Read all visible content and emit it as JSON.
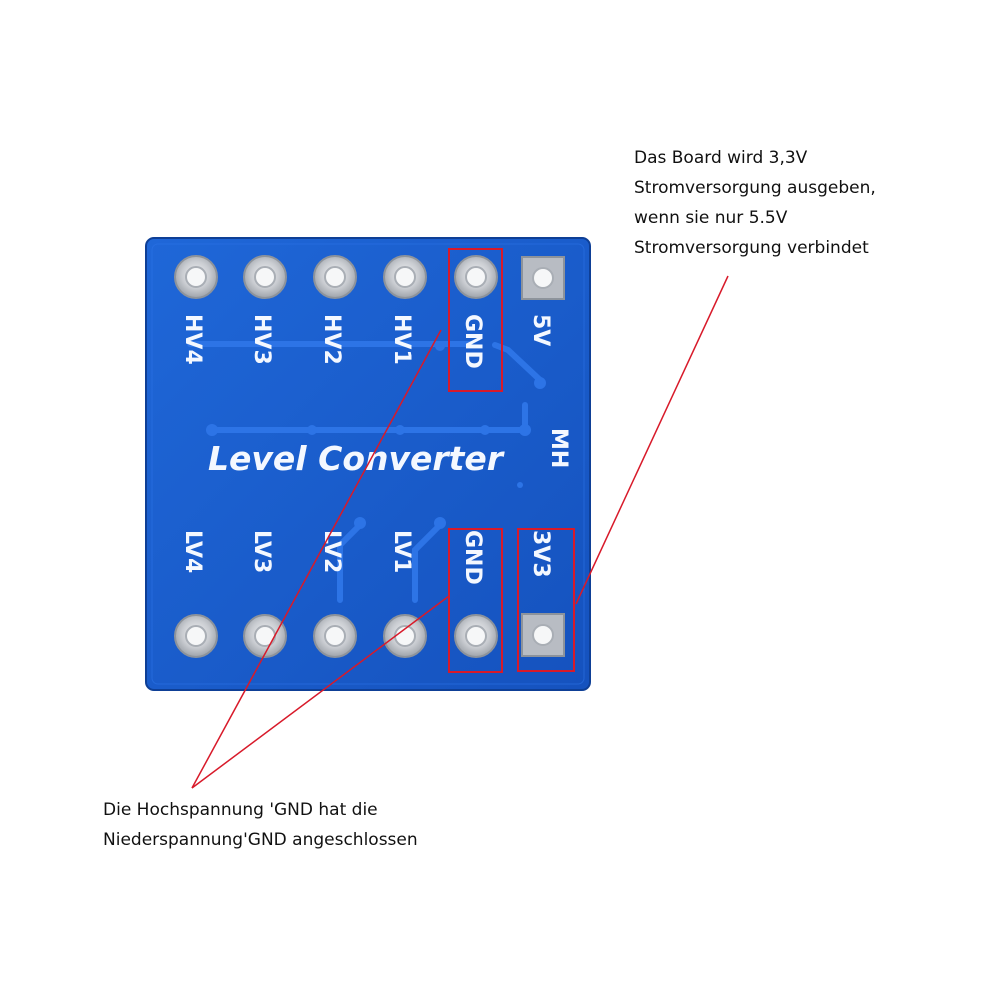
{
  "annotations": {
    "top_lines": [
      "Das Board wird 3,3V",
      "Stromversorgung ausgeben,",
      "wenn sie nur 5.5V",
      "Stromversorgung verbindet"
    ],
    "bottom_lines": [
      "Die Hochspannung 'GND hat die",
      "Niederspannung'GND angeschlossen"
    ]
  },
  "board": {
    "title": "Level Converter",
    "logo": "MH",
    "top_pins": [
      "HV4",
      "HV3",
      "HV2",
      "HV1",
      "GND",
      "5V"
    ],
    "bottom_pins": [
      "LV4",
      "LV3",
      "LV2",
      "LV1",
      "GND",
      "3V3"
    ]
  },
  "colors": {
    "board": "#1a5fcf",
    "trace": "#2a6fe0",
    "silkscreen": "#f4f8ff",
    "pad": "#d4d6d9",
    "highlight": "#d81a2a"
  }
}
